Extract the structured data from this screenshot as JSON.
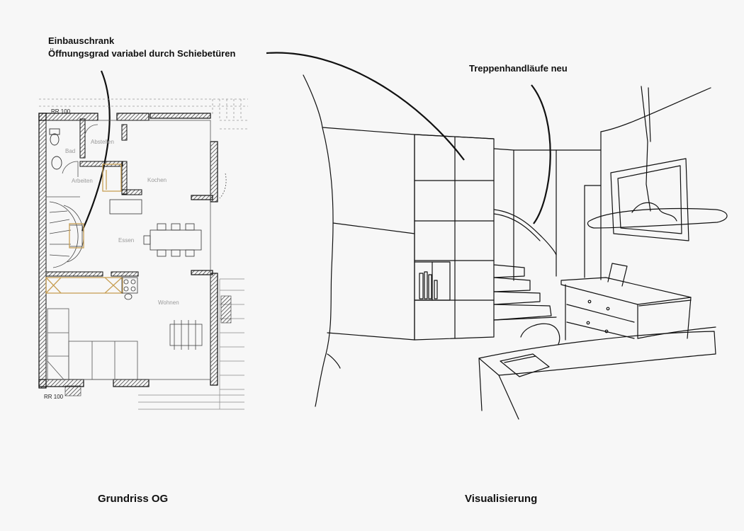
{
  "annotations": {
    "wardrobe_title": "Einbauschrank",
    "wardrobe_note": "Öffnungsgrad variabel durch Schiebetüren",
    "handrail_note": "Treppenhandläufe neu"
  },
  "floorplan": {
    "level_top": "RR 100",
    "level_bottom": "RR 100",
    "rooms": {
      "bad": "Bad",
      "abstellen": "Abstellen",
      "arbeiten": "Arbeiten",
      "kochen": "Kochen",
      "essen": "Essen",
      "wohnen": "Wohnen"
    }
  },
  "captions": {
    "plan": "Grundriss OG",
    "visual": "Visualisierung"
  },
  "colors": {
    "background": "#f7f7f7",
    "line": "#111111",
    "wood_accent": "#c8a056",
    "room_label": "#9a9a9a"
  }
}
